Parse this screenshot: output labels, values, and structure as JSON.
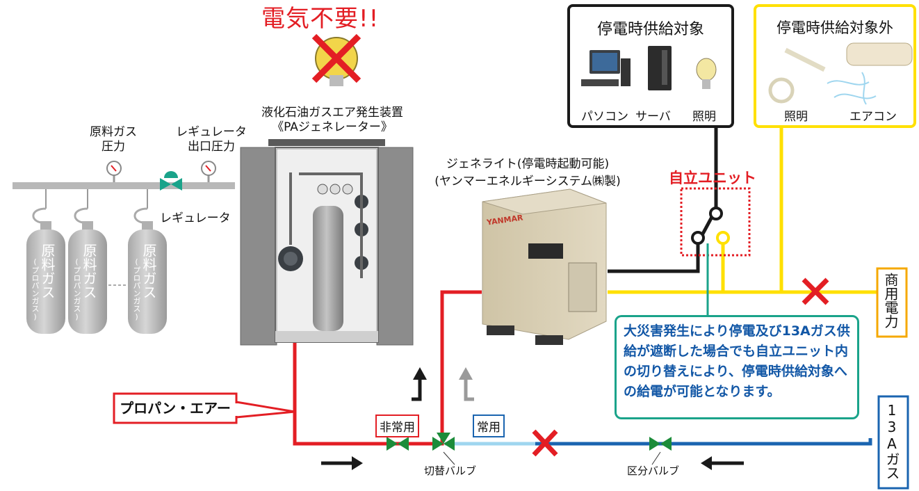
{
  "no_electricity": "電気不要!!",
  "device_title": {
    "line1": "液化石油ガスエア発生装置",
    "line2": "《PAジェネレーター》"
  },
  "pressure_labels": {
    "raw_line1": "原料ガス",
    "raw_line2": "圧力",
    "reg_line1": "レギュレータ",
    "reg_line2": "出口圧力"
  },
  "regulator_label": "レギュレータ",
  "cylinder": {
    "main": "原料ガス",
    "sub": "(プロパンガス)"
  },
  "cylinders": [
    {
      "id": "c1"
    },
    {
      "id": "c2"
    },
    {
      "id": "c3"
    }
  ],
  "generator": {
    "line1": "ジェネライト(停電時起動可能)",
    "line2": "(ヤンマーエネルギーシステム㈱製)",
    "brand": "YANMAR"
  },
  "backup_targets": {
    "title": "停電時供給対象",
    "items": [
      "パソコン",
      "サーバ",
      "照明"
    ]
  },
  "non_targets": {
    "title": "停電時供給対象外",
    "items": [
      "照明",
      "エアコン"
    ]
  },
  "autonomous_unit": "自立ユニット",
  "commercial_power": "商用電力",
  "gas_13a": "13Aガス",
  "propane_air": "プロパン・エアー",
  "emergency_tag": "非常用",
  "normal_tag": "常用",
  "switch_valve": "切替バルブ",
  "section_valve": "区分バルブ",
  "note": "大災害発生により停電及び13Aガス供給が遮断した場合でも自立ユニット内の切り替えにより、停電時供給対象への給電が可能となります。",
  "colors": {
    "red": "#e31e24",
    "yellow": "#ffe000",
    "orange": "#f5a800",
    "blue": "#1a64b0",
    "lightblue": "#9fd6ef",
    "teal": "#1aa38a",
    "black": "#1a1a1a",
    "cabinet": "#7d7d7d",
    "generator": "#d7ccb0"
  }
}
